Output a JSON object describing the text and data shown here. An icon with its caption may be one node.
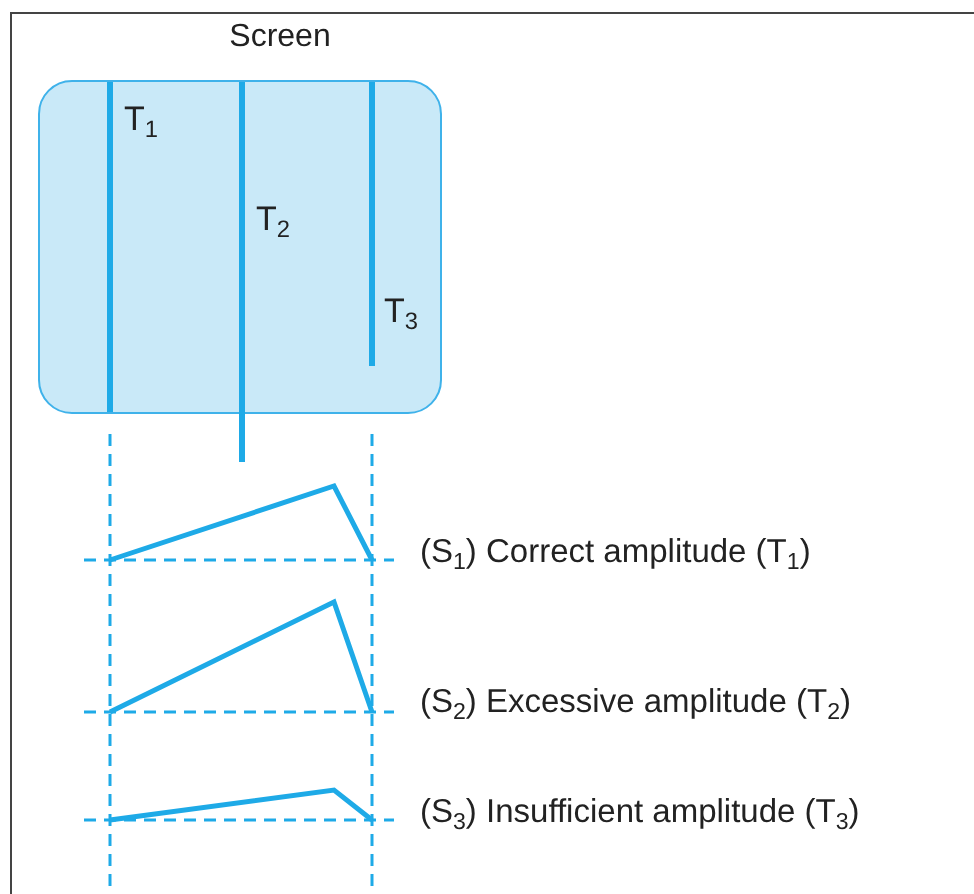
{
  "diagram": {
    "nodes": [
      {
        "text": [
          "Screen"
        ]
      }
    ],
    "labels": [
      "T$_{1}$",
      "T$_{2}$",
      "T$_{3}$",
      "(S$_{1}$) Correct amplitude (T$_{1}$)",
      "(S$_{2}$) Excessive amplitude (T$_{2}$)",
      "(S$_{3}$) Insufficient amplitude (T$_{3}$)"
    ]
  }
}
